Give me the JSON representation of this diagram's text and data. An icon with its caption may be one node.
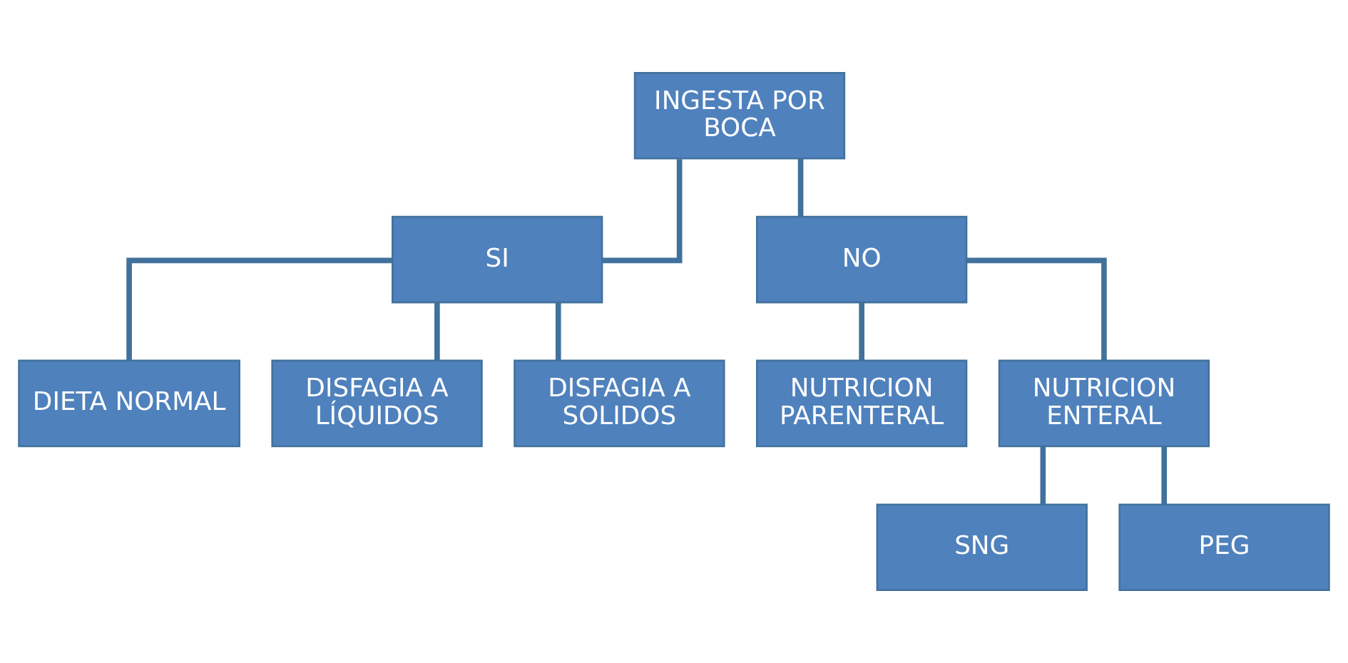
{
  "diagram": {
    "nodes": [
      {
        "text": [
          "INGESTA POR BOCA"
        ]
      },
      {
        "text": [
          "SI"
        ]
      },
      {
        "text": [
          "NO"
        ]
      },
      {
        "text": [
          "DIETA NORMAL"
        ]
      },
      {
        "text": [
          "DISFAGIA A LÍQUIDOS"
        ]
      },
      {
        "text": [
          "DISFAGIA A SOLIDOS"
        ]
      },
      {
        "text": [
          "NUTRICION PARENTERAL"
        ]
      },
      {
        "text": [
          "NUTRICION ENTERAL"
        ]
      },
      {
        "text": [
          "SNG"
        ]
      },
      {
        "text": [
          "PEG"
        ]
      }
    ],
    "edges": [
      {
        "from": 0,
        "to": 1,
        "arrow": "none"
      },
      {
        "from": 0,
        "to": 2,
        "arrow": "none"
      },
      {
        "from": 1,
        "to": 3,
        "arrow": "none"
      },
      {
        "from": 1,
        "to": 4,
        "arrow": "none"
      },
      {
        "from": 1,
        "to": 5,
        "arrow": "none"
      },
      {
        "from": 2,
        "to": 6,
        "arrow": "none"
      },
      {
        "from": 2,
        "to": 7,
        "arrow": "none"
      },
      {
        "from": 7,
        "to": 8,
        "arrow": "none"
      },
      {
        "from": 7,
        "to": 9,
        "arrow": "none"
      }
    ]
  }
}
